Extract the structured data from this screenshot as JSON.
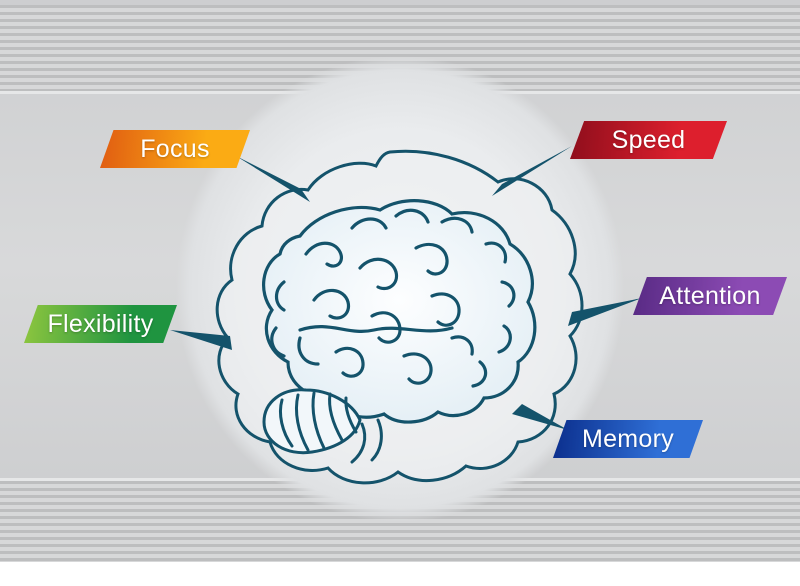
{
  "diagram": {
    "type": "brain-functions-diagram",
    "line_color": "#14536b",
    "labels": [
      {
        "text": "Focus",
        "color_left": "#e05c12",
        "color_right": "#fbab14",
        "position": "top-left"
      },
      {
        "text": "Speed",
        "color_left": "#8e0e1c",
        "color_right": "#dd1f2d",
        "position": "top-right"
      },
      {
        "text": "Flexibility",
        "color_left": "#8ec63f",
        "color_right": "#1f9440",
        "position": "left"
      },
      {
        "text": "Attention",
        "color_left": "#582a84",
        "color_right": "#8c4bb4",
        "position": "right"
      },
      {
        "text": "Memory",
        "color_left": "#0b2e8c",
        "color_right": "#2f6fd6",
        "position": "bottom-right"
      }
    ]
  }
}
